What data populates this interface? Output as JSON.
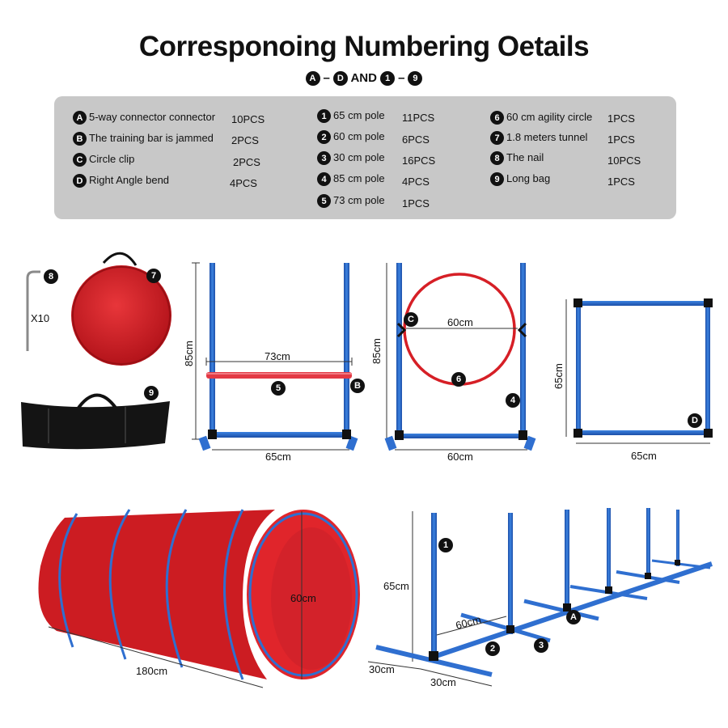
{
  "header": {
    "title": "Corresponoing Numbering Oetails",
    "range_a_start": "A",
    "range_a_end": "D",
    "and_text": "AND",
    "range_n_start": "1",
    "range_n_end": "9"
  },
  "legend": {
    "col1": [
      {
        "key": "A",
        "label": "5-way connector connector",
        "qty": "10PCS"
      },
      {
        "key": "B",
        "label": "The training bar is jammed",
        "qty": "2PCS"
      },
      {
        "key": "C",
        "label": "Circle clip",
        "qty": "2PCS"
      },
      {
        "key": "D",
        "label": "Right Angle bend",
        "qty": "4PCS"
      }
    ],
    "col2": [
      {
        "key": "1",
        "label": "65 cm pole",
        "qty": "11PCS"
      },
      {
        "key": "2",
        "label": "60 cm pole",
        "qty": "6PCS"
      },
      {
        "key": "3",
        "label": "30 cm pole",
        "qty": "16PCS"
      },
      {
        "key": "4",
        "label": "85 cm pole",
        "qty": "4PCS"
      },
      {
        "key": "5",
        "label": "73 cm pole",
        "qty": "1PCS"
      }
    ],
    "col3": [
      {
        "key": "6",
        "label": "60 cm agility circle",
        "qty": "1PCS"
      },
      {
        "key": "7",
        "label": "1.8 meters tunnel",
        "qty": "1PCS"
      },
      {
        "key": "8",
        "label": "The nail",
        "qty": "10PCS"
      },
      {
        "key": "9",
        "label": "Long bag",
        "qty": "1PCS"
      }
    ]
  },
  "figures": {
    "nail_count": "X10",
    "marker_8": "8",
    "marker_7": "7",
    "marker_9": "9",
    "hurdle": {
      "width_top": "73cm",
      "height": "85cm",
      "width_base": "65cm",
      "marker_5": "5",
      "marker_b": "B"
    },
    "hoop": {
      "diameter": "60cm",
      "height": "85cm",
      "width_base": "60cm",
      "marker_c": "C",
      "marker_6": "6",
      "marker_4": "4"
    },
    "square": {
      "height": "65cm",
      "width": "65cm",
      "marker_d": "D"
    },
    "tunnel": {
      "length": "180cm",
      "diameter": "60cm"
    },
    "weave": {
      "height": "65cm",
      "spacing": "60cm",
      "foot_a": "30cm",
      "foot_b": "30cm",
      "marker_1": "1",
      "marker_2": "2",
      "marker_3": "3",
      "marker_a": "A"
    }
  },
  "colors": {
    "pole_blue": "#2f6fd0",
    "red": "#d61f26",
    "legend_bg": "#c8c8c8",
    "black": "#111111"
  }
}
